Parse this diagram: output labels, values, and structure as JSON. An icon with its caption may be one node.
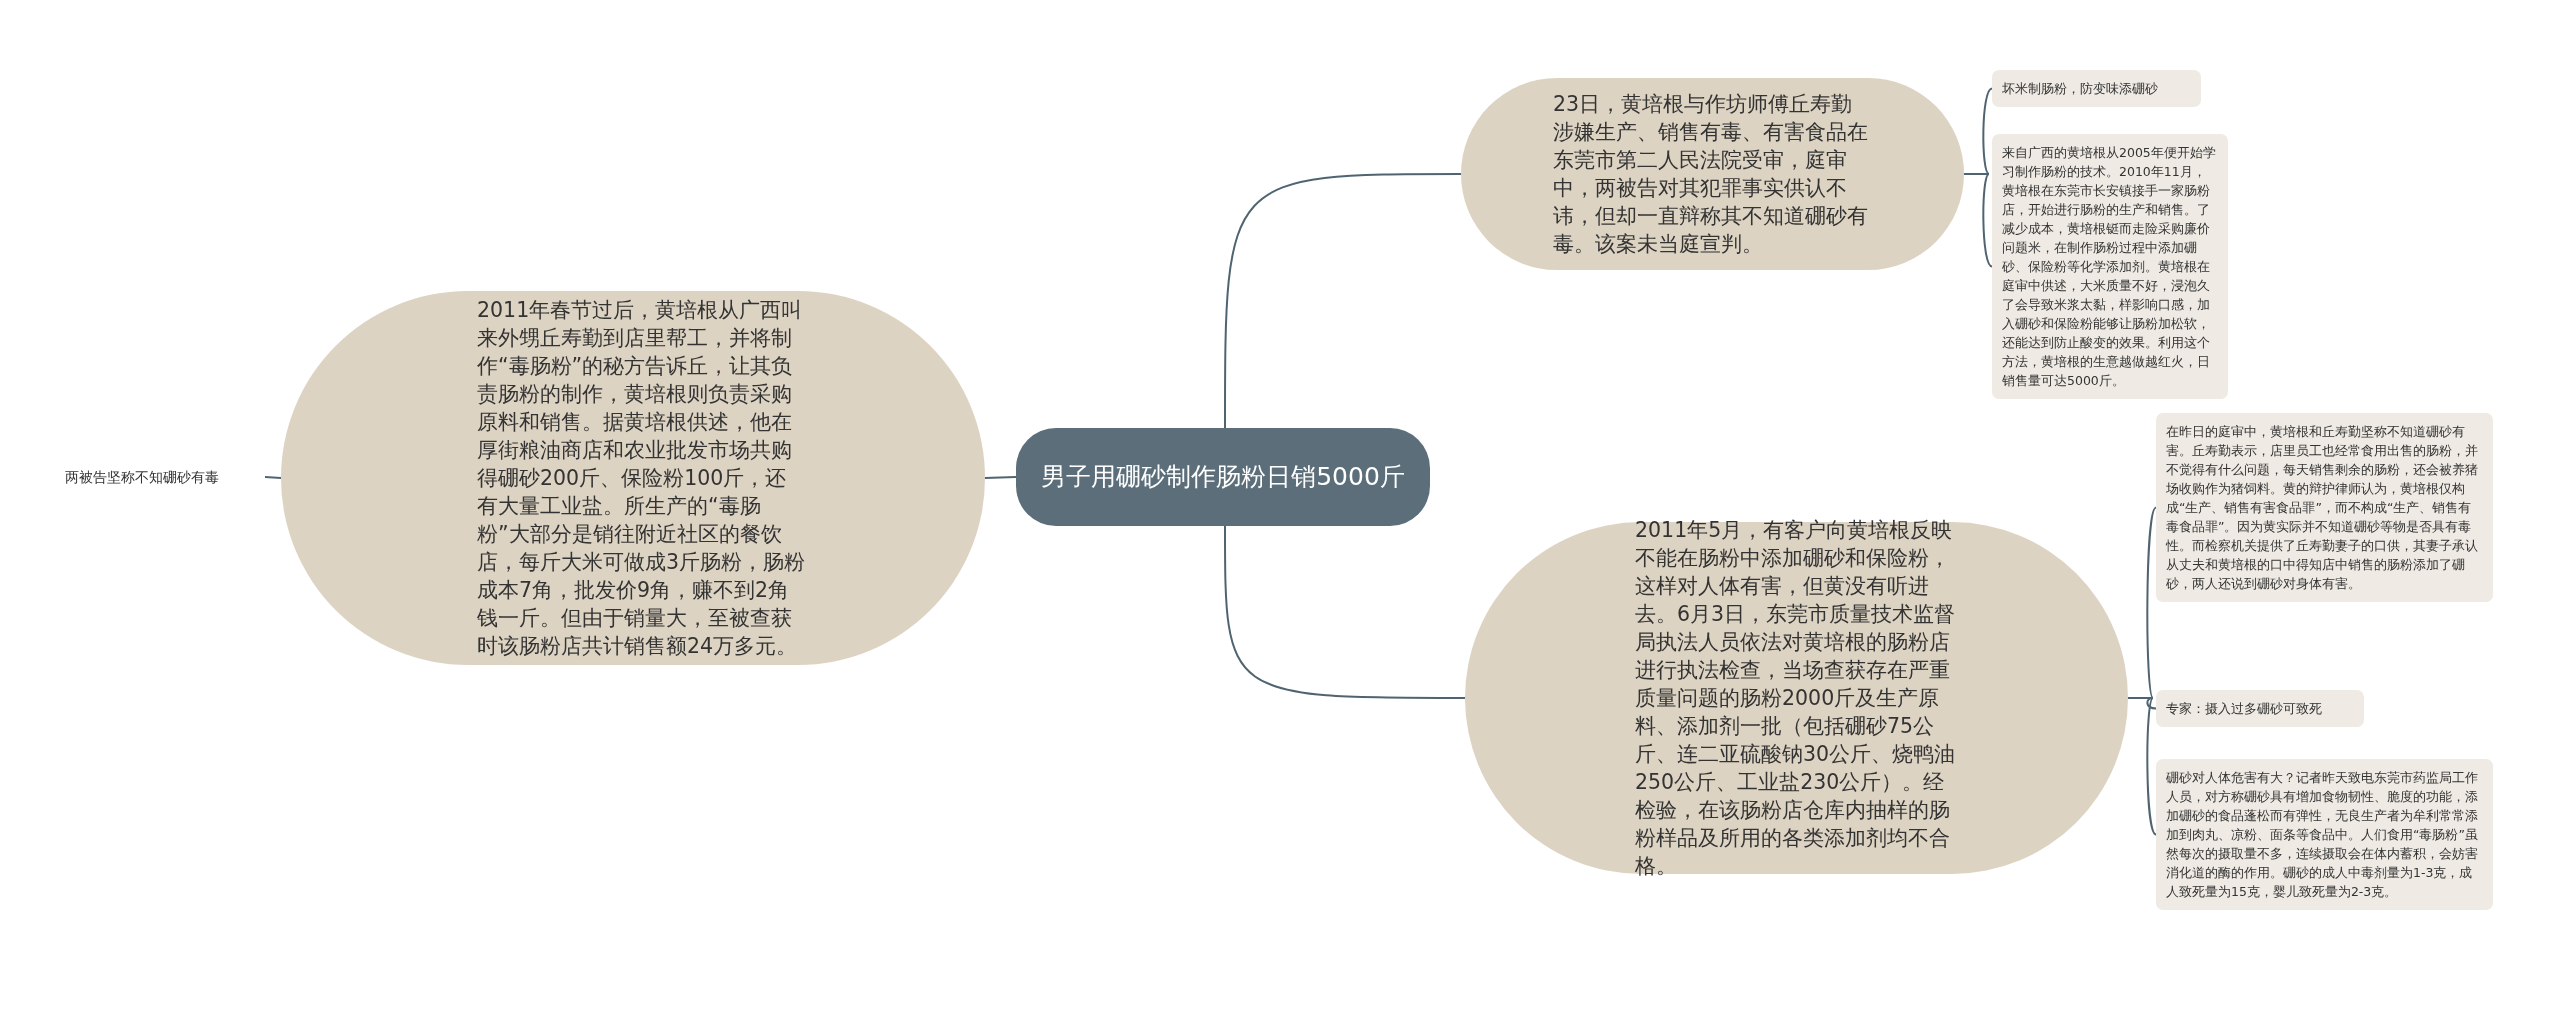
{
  "diagram": {
    "nodes": [
      {
        "text": [
          "男子用硼砂制作肠粉日销5000斤"
        ]
      },
      {
        "text": [
          "23日，黄培根与作坊师傅丘寿勤涉嫌生产、销售有毒、有害食品在东莞市第二人民法院受审，庭审中，两被告对其犯罪事实供认不讳，但却一直辩称其不知道硼砂有毒。该案未当庭宣判。"
        ]
      },
      {
        "text": [
          "坏米制肠粉，防变味添硼砂"
        ]
      },
      {
        "text": [
          "来自广西的黄培根从2005年便开始学习制作肠粉的技术。2010年11月，黄培根在东莞市长安镇接手一家肠粉店，开始进行肠粉的生产和销售。了减少成本，黄培根铤而走险采购廉价问题米，在制作肠粉过程中添加硼砂、保险粉等化学添加剂。黄培根在庭审中供述，大米质量不好，浸泡久了会导致米浆太黏，样影响口感，加入硼砂和保险粉能够让肠粉加松软，还能达到防止酸变的效果。利用这个方法，黄培根的生意越做越红火，日销售量可达5000斤。"
        ]
      },
      {
        "text": [
          "2011年5月，有客户向黄培根反映不能在肠粉中添加硼砂和保险粉，这样对人体有害，但黄没有听进去。6月3日，东莞市质量技术监督局执法人员依法对黄培根的肠粉店进行执法检查，当场查获存在严重质量问题的肠粉2000斤及生产原料、添加剂一批（包括硼砂75公斤、连二亚硫酸钠30公斤、烧鸭油250公斤、工业盐230公斤）。经检验，在该肠粉店仓库内抽样的肠粉样品及所用的各类添加剂均不合格。"
        ]
      },
      {
        "text": [
          "在昨日的庭审中，黄培根和丘寿勤坚称不知道硼砂有害。丘寿勤表示，店里员工也经常食用出售的肠粉，并不觉得有什么问题，每天销售剩余的肠粉，还会被养猪场收购作为猪饲料。黄的辩护律师认为，黄培根仅构成“生产、销售有害食品罪”，而不构成“生产、销售有毒食品罪”。因为黄实际并不知道硼砂等物是否具有毒性。而检察机关提供了丘寿勤妻子的口供，其妻子承认从丈夫和黄培根的口中得知店中销售的肠粉添加了硼砂，两人还说到硼砂对身体有害。"
        ]
      },
      {
        "text": [
          "专家：摄入过多硼砂可致死"
        ]
      },
      {
        "text": [
          "硼砂对人体危害有大？记者昨天致电东莞市药监局工作人员，对方称硼砂具有增加食物韧性、脆度的功能，添加硼砂的食品蓬松而有弹性，无良生产者为牟利常常添加到肉丸、凉粉、面条等食品中。人们食用“毒肠粉”虽然每次的摄取量不多，连续摄取会在体内蓄积，会妨害消化道的酶的作用。硼砂的成人中毒剂量为1-3克，成人致死量为15克，婴儿致死量为2-3克。"
        ]
      },
      {
        "text": [
          "2011年春节过后，黄培根从广西叫来外甥丘寿勤到店里帮工，并将制作“毒肠粉”的秘方告诉丘，让其负责肠粉的制作，黄培根则负责采购原料和销售。据黄培根供述，他在厚街粮油商店和农业批发市场共购得硼砂200斤、保险粉100斤，还有大量工业盐。所生产的“毒肠粉”大部分是销往附近社区的餐饮店，每斤大米可做成3斤肠粉，肠粉成本7角，批发价9角，赚不到2角钱一斤。但由于销量大，至被查获时该肠粉店共计销售额24万多元。"
        ]
      },
      {
        "text": [
          "两被告坚称不知硼砂有毒"
        ]
      }
    ],
    "edges": [
      {
        "from": 0,
        "to": 1,
        "arrow": "none"
      },
      {
        "from": 1,
        "to": 2,
        "arrow": "none"
      },
      {
        "from": 1,
        "to": 3,
        "arrow": "none"
      },
      {
        "from": 0,
        "to": 4,
        "arrow": "none"
      },
      {
        "from": 4,
        "to": 5,
        "arrow": "none"
      },
      {
        "from": 4,
        "to": 6,
        "arrow": "none"
      },
      {
        "from": 4,
        "to": 7,
        "arrow": "none"
      },
      {
        "from": 0,
        "to": 8,
        "arrow": "none"
      },
      {
        "from": 8,
        "to": 9,
        "arrow": "none"
      }
    ]
  }
}
